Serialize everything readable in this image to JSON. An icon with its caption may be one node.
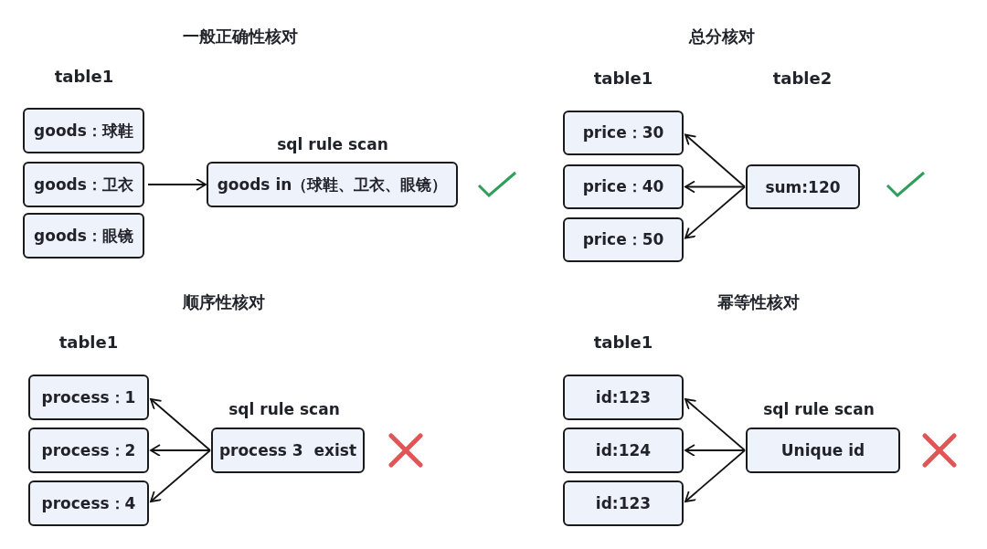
{
  "diagram": {
    "nodes": [
      {
        "text": [
          "goods：球鞋"
        ]
      },
      {
        "text": [
          "goods：卫衣"
        ]
      },
      {
        "text": [
          "goods：眼镜"
        ]
      },
      {
        "text": [
          "goods in（球鞋、卫衣、眼镜）"
        ]
      },
      {
        "text": [
          "price：30"
        ]
      },
      {
        "text": [
          "price：40"
        ]
      },
      {
        "text": [
          "price：50"
        ]
      },
      {
        "text": [
          "sum:120"
        ]
      },
      {
        "text": [
          "process：1"
        ]
      },
      {
        "text": [
          "process：2"
        ]
      },
      {
        "text": [
          "process：4"
        ]
      },
      {
        "text": [
          "process 3  exist"
        ]
      },
      {
        "text": [
          "id:123"
        ]
      },
      {
        "text": [
          "id:124"
        ]
      },
      {
        "text": [
          "id:123"
        ]
      },
      {
        "text": [
          "Unique id"
        ]
      }
    ],
    "edges": [
      {
        "from": 1,
        "to": 3,
        "arrow": "to"
      },
      {
        "from": 7,
        "to": 4,
        "arrow": "to"
      },
      {
        "from": 7,
        "to": 5,
        "arrow": "to"
      },
      {
        "from": 7,
        "to": 6,
        "arrow": "to"
      },
      {
        "from": 11,
        "to": 8,
        "arrow": "to"
      },
      {
        "from": 11,
        "to": 9,
        "arrow": "to"
      },
      {
        "from": 11,
        "to": 10,
        "arrow": "to"
      },
      {
        "from": 15,
        "to": 12,
        "arrow": "to"
      },
      {
        "from": 15,
        "to": 13,
        "arrow": "to"
      },
      {
        "from": 15,
        "to": 14,
        "arrow": "to"
      }
    ],
    "labels": [
      "一般正确性核对",
      "总分核对",
      "table1",
      "table1",
      "table2",
      "sql rule scan",
      "顺序性核对",
      "幂等性核对",
      "table1",
      "table1",
      "sql rule scan",
      "sql rule scan"
    ]
  }
}
